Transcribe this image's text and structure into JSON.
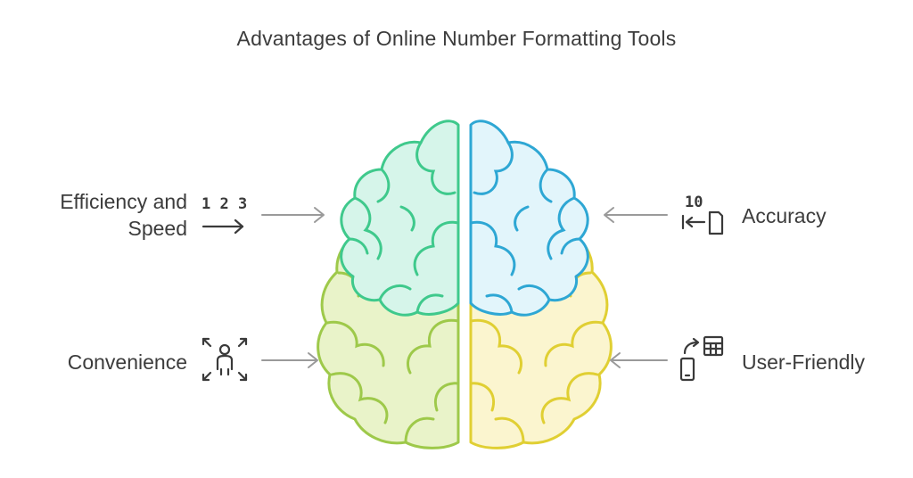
{
  "title": "Advantages of Online Number Formatting Tools",
  "left_items": [
    {
      "line1": "Efficiency and",
      "line2": "Speed",
      "icon": "numbers-123-icon",
      "icon_text": "1 2 3"
    },
    {
      "label": "Convenience",
      "icon": "person-expand-icon"
    }
  ],
  "right_items": [
    {
      "label": "Accuracy",
      "icon": "decimal-precision-icon",
      "icon_text": "10"
    },
    {
      "label": "User-Friendly",
      "icon": "phone-calculator-icon"
    }
  ],
  "colors": {
    "teal_stroke": "#3fc98c",
    "teal_fill": "#d6f5ea",
    "blue_stroke": "#2ea7d4",
    "blue_fill": "#e2f5fb",
    "lime_stroke": "#9ec94a",
    "lime_fill": "#e9f3c9",
    "yellow_stroke": "#e0cf33",
    "yellow_fill": "#fbf5cf",
    "arrow": "#9a9a9a",
    "icon": "#3a3a3a"
  }
}
